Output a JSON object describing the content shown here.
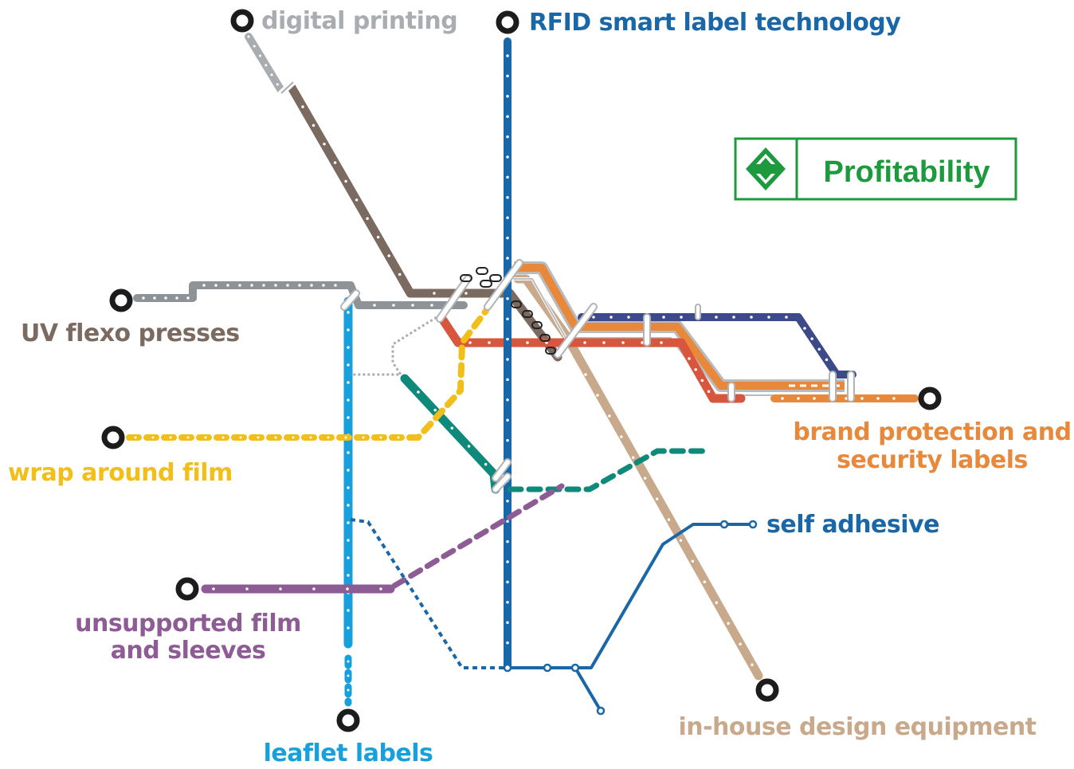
{
  "colors": {
    "digital_printing": "#a9adb1",
    "uv_flexo": "#7b6a60",
    "uv_flexo_grey": "#8d9396",
    "rfid": "#1a67a8",
    "leaflet": "#16a1dc",
    "wrap_around": "#f2be1a",
    "unsupported": "#8e5c94",
    "brand_protection": "#e8883a",
    "inhouse": "#c9a98b",
    "self_adhesive": "#1a67a8",
    "red_line": "#d8553e",
    "navy_line": "#3d4a8a",
    "teal_line": "#0f8a7a",
    "profitability_green": "#1e9a3e"
  },
  "labels": {
    "digital_printing": "digital printing",
    "rfid": "RFID smart label technology",
    "uv_flexo": "UV flexo presses",
    "wrap_around": "wrap around film",
    "unsupported_line1": "unsupported film",
    "unsupported_line2": "and sleeves",
    "leaflet": "leaflet labels",
    "brand_line1": "brand protection and",
    "brand_line2": "security labels",
    "self_adhesive": "self adhesive",
    "inhouse": "in-house design equipment"
  },
  "badge": {
    "text": "Profitability",
    "icon": "diamond-arrows-icon"
  }
}
